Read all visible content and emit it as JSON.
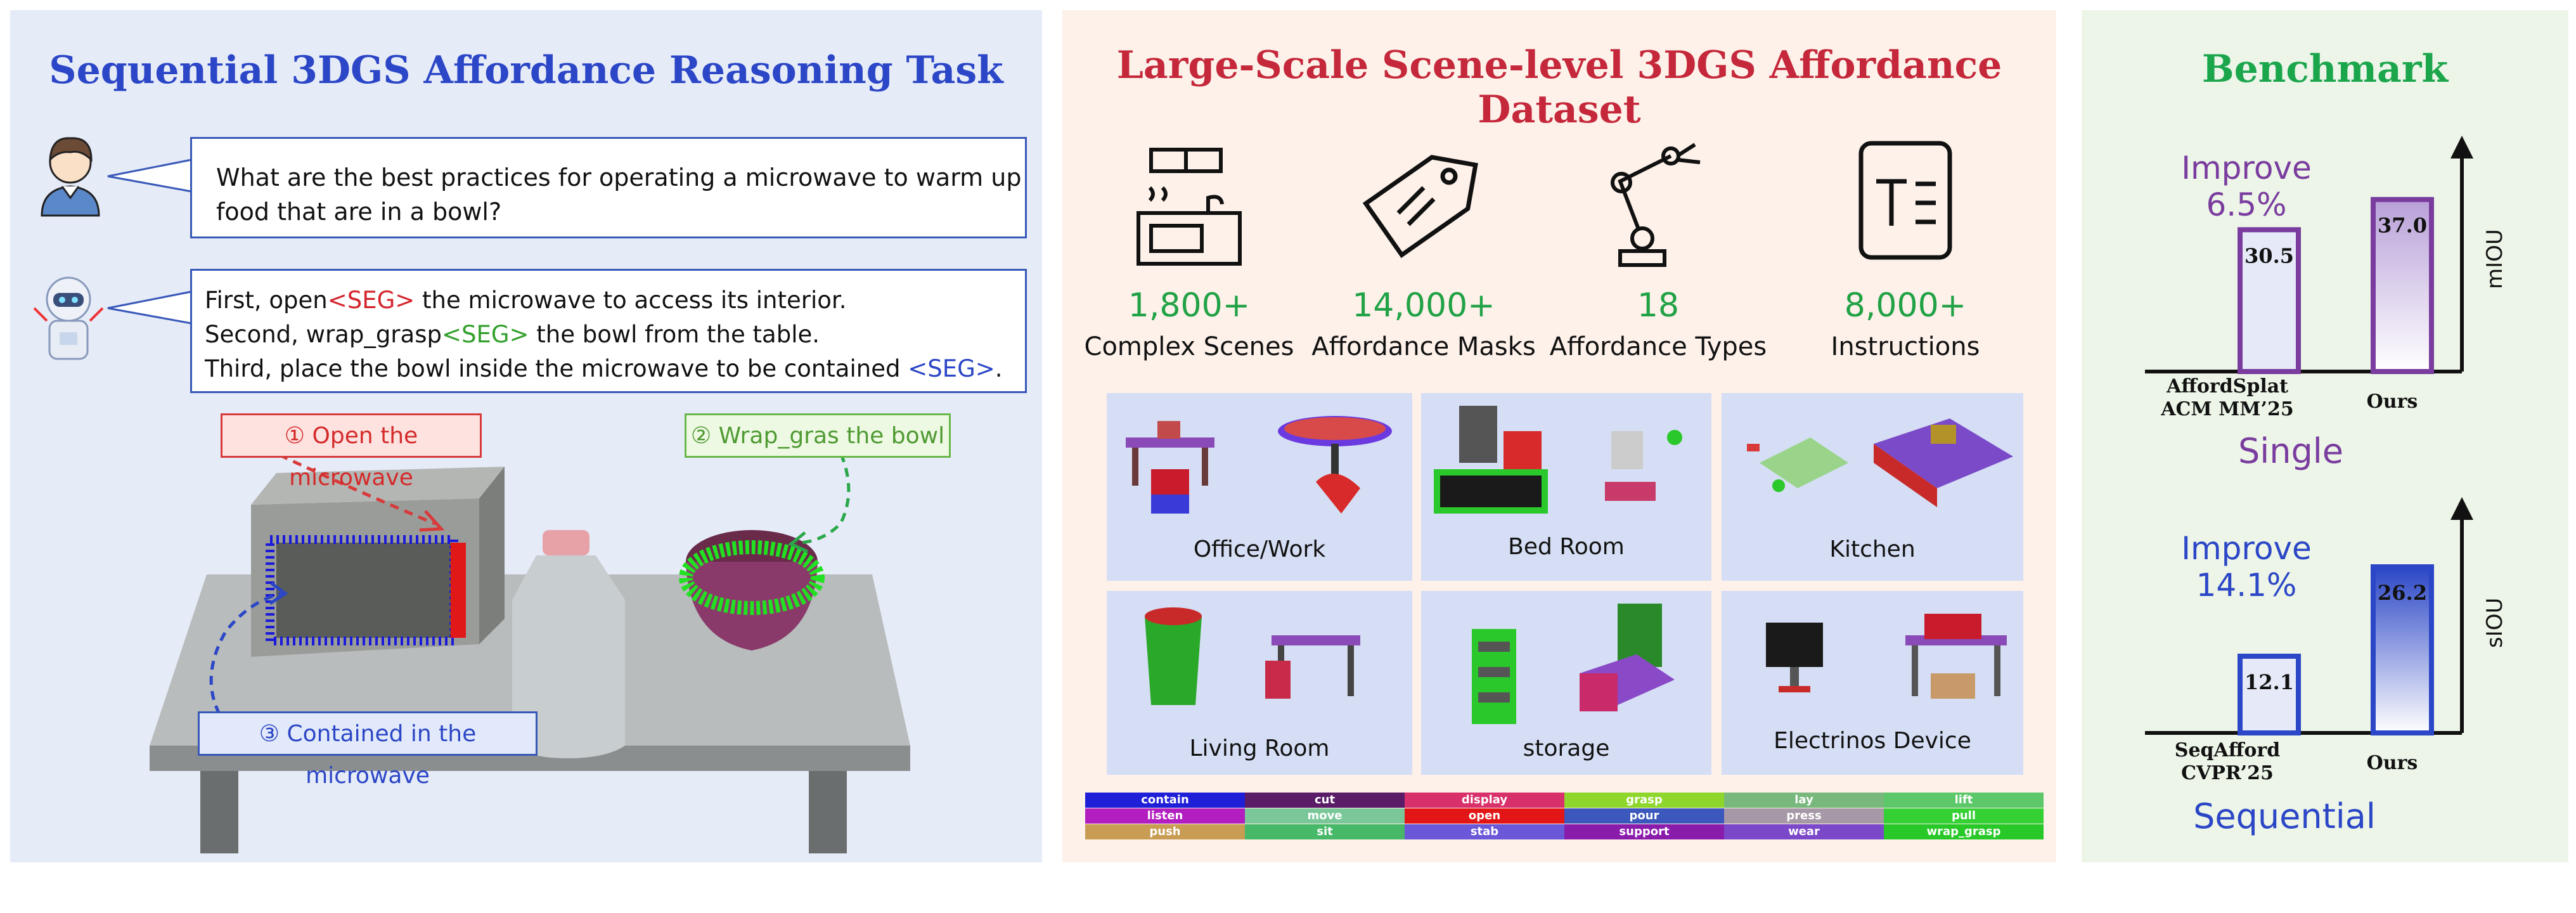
{
  "panel1": {
    "title": "Sequential 3DGS Affordance Reasoning Task",
    "question": "What are the best practices for operating a microwave to warm up food that are in a bowl?",
    "answer": {
      "line1_pre": "First, open",
      "line1_tok": "<SEG>",
      "line1_post": "  the microwave to access its interior.",
      "line2_pre": "Second, wrap_grasp",
      "line2_tok": "<SEG>",
      "line2_post": " the bowl from the table.",
      "line3_pre": "Third, place the bowl inside the microwave to be contained ",
      "line3_tok": "<SEG>",
      "line3_post": "."
    },
    "captions": {
      "open": "① Open the microwave",
      "wrap": "② Wrap_gras the bowl",
      "contained": "③ Contained in the microwave"
    }
  },
  "panel2": {
    "title": "Large-Scale Scene-level 3DGS Affordance Dataset",
    "stats": [
      {
        "value": "1,800+",
        "label": "Complex Scenes",
        "icon": "kitchen-icon"
      },
      {
        "value": "14,000+",
        "label": "Affordance Masks",
        "icon": "tag-icon"
      },
      {
        "value": "18",
        "label": "Affordance Types",
        "icon": "robot-arm-icon"
      },
      {
        "value": "8,000+",
        "label": "Instructions",
        "icon": "text-document-icon"
      }
    ],
    "rooms": [
      "Office/Work",
      "Bed Room",
      "Kitchen",
      "Living Room",
      "storage",
      "Electrinos Device"
    ],
    "affordances": [
      [
        {
          "label": "contain",
          "color": "#1f1fd8"
        },
        {
          "label": "cut",
          "color": "#5a1c66"
        },
        {
          "label": "display",
          "color": "#d8306a"
        },
        {
          "label": "grasp",
          "color": "#8fd62c"
        },
        {
          "label": "lay",
          "color": "#78b87c"
        },
        {
          "label": "lift",
          "color": "#5cc86a"
        }
      ],
      [
        {
          "label": "listen",
          "color": "#b21ec0"
        },
        {
          "label": "move",
          "color": "#7ac89a"
        },
        {
          "label": "open",
          "color": "#e21616"
        },
        {
          "label": "pour",
          "color": "#3c58bc"
        },
        {
          "label": "press",
          "color": "#a698a6"
        },
        {
          "label": "pull",
          "color": "#34d034"
        }
      ],
      [
        {
          "label": "push",
          "color": "#c89c52"
        },
        {
          "label": "sit",
          "color": "#46b868"
        },
        {
          "label": "stab",
          "color": "#6a58d8"
        },
        {
          "label": "support",
          "color": "#8a1cac"
        },
        {
          "label": "wear",
          "color": "#7a48c8"
        },
        {
          "label": "wrap_grasp",
          "color": "#28c828"
        }
      ]
    ]
  },
  "panel3": {
    "title": "Benchmark",
    "single": {
      "improve": "Improve",
      "improve_pct": "6.5%",
      "metric": "mIOU",
      "setting": "Single",
      "baseline_name": "AffordSplat",
      "baseline_venue": "ACM MM’25",
      "ours_name": "Ours",
      "color": "#7a3c9e"
    },
    "sequential": {
      "improve": "Improve",
      "improve_pct": "14.1%",
      "metric": "sIOU",
      "setting": "Sequential",
      "baseline_name": "SeqAfford",
      "baseline_venue": "CVPR’25",
      "ours_name": "Ours",
      "color": "#2b46c6"
    }
  },
  "chart_data": [
    {
      "type": "bar",
      "title": "",
      "categories": [
        "AffordSplat ACM MM’25",
        "Ours"
      ],
      "values": [
        30.5,
        37.0
      ],
      "ylabel": "mIOU",
      "ylim": [
        0,
        45
      ]
    },
    {
      "type": "bar",
      "title": "",
      "categories": [
        "SeqAfford CVPR’25",
        "Ours"
      ],
      "values": [
        12.1,
        26.2
      ],
      "ylabel": "sIOU",
      "ylim": [
        0,
        33
      ]
    }
  ]
}
